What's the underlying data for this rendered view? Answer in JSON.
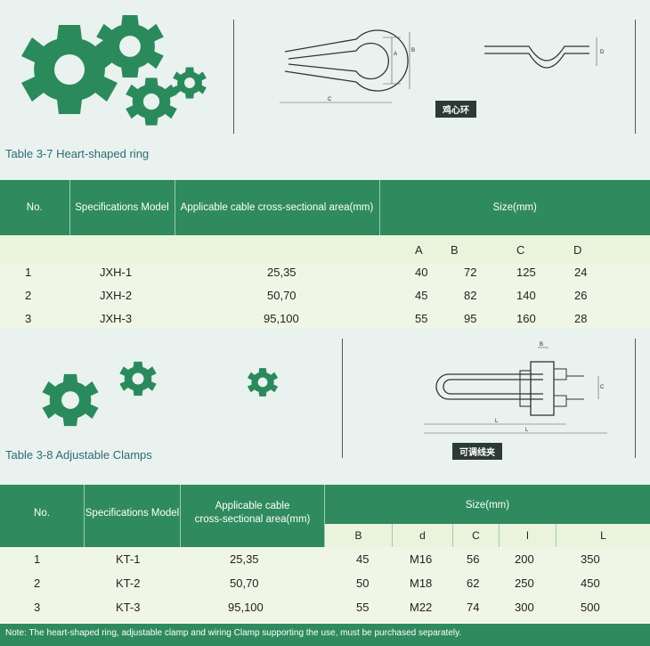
{
  "section1": {
    "caption": "Table 3-7 Heart-shaped ring",
    "tag": "鸡心环",
    "dims": {
      "a": "A",
      "b": "B",
      "c": "C",
      "d": "D"
    },
    "headers": {
      "no": "No.",
      "model": "Specifications Model",
      "area": "Applicable cable cross-sectional area(mm)",
      "size": "Size(mm)"
    },
    "size_cols": [
      "A",
      "B",
      "C",
      "D"
    ],
    "rows": [
      {
        "no": "1",
        "model": "JXH-1",
        "area": "25,35",
        "v": [
          "40",
          "72",
          "125",
          "24"
        ]
      },
      {
        "no": "2",
        "model": "JXH-2",
        "area": "50,70",
        "v": [
          "45",
          "82",
          "140",
          "26"
        ]
      },
      {
        "no": "3",
        "model": "JXH-3",
        "area": "95,100",
        "v": [
          "55",
          "95",
          "160",
          "28"
        ]
      }
    ]
  },
  "section2": {
    "caption": "Table 3-8 Adjustable Clamps",
    "tag": "可调线夹",
    "dims": {
      "b": "B",
      "c": "C",
      "l1": "L",
      "l2": "L"
    },
    "headers": {
      "no": "No.",
      "model": "Specifications Model",
      "area_line1": "Applicable cable",
      "area_line2": "cross-sectional area(mm)",
      "size": "Size(mm)"
    },
    "size_cols": [
      "B",
      "d",
      "C",
      "l",
      "L"
    ],
    "rows": [
      {
        "no": "1",
        "model": "KT-1",
        "area": "25,35",
        "v": [
          "45",
          "M16",
          "56",
          "200",
          "350"
        ]
      },
      {
        "no": "2",
        "model": "KT-2",
        "area": "50,70",
        "v": [
          "50",
          "M18",
          "62",
          "250",
          "450"
        ]
      },
      {
        "no": "3",
        "model": "KT-3",
        "area": "95,100",
        "v": [
          "55",
          "M22",
          "74",
          "300",
          "500"
        ]
      }
    ]
  },
  "note": "Note: The heart-shaped ring, adjustable clamp and wiring Clamp supporting the use, must be purchased separately.",
  "colors": {
    "green": "#2f8a5d",
    "gear": "#2b8a5c",
    "caption": "#2e6b74"
  }
}
